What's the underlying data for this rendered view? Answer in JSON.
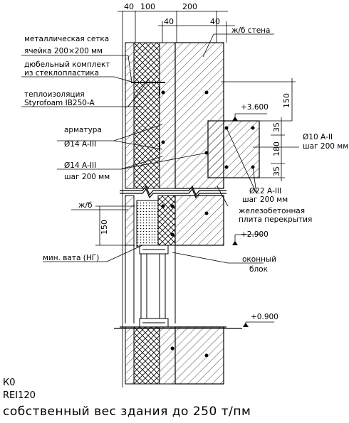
{
  "dimensions": {
    "d40a": "40",
    "d100": "100",
    "d200": "200",
    "d40b": "40",
    "d40c": "40",
    "d150top": "150",
    "d35a": "35",
    "d180": "180",
    "d35b": "35",
    "d150left": "150"
  },
  "labels": {
    "mesh1": "металлическая сетка",
    "mesh2": "ячейка 200×200 мм",
    "dowel1": "дюбельный комплект",
    "dowel2": "из стеклопластика",
    "insul1": "теплоизоляция",
    "insul2": "Styrofoam IB250-A",
    "rebar1": "арматура",
    "rebar2": "Ø14 А-III",
    "rebarb1": "Ø14 А-III",
    "rebarb2": "шаг 200 мм",
    "wall": "ж/б стена",
    "rc": "ж/б",
    "wool": "мин. вата (НГ)",
    "bar10a": "Ø10 А-II",
    "bar10b": "шаг 200 мм",
    "bar22a": "Ø22 А-III",
    "bar22b": "шаг 200 мм",
    "slab1": "железобетонная",
    "slab2": "плита перекрытия",
    "window1": "оконный",
    "window2": "блок"
  },
  "levels": {
    "l3600": "+3.600",
    "l2900": "+2.900",
    "l0900": "+0.900"
  },
  "footer": {
    "line1": "К0",
    "line2": "REI120",
    "line3": "собственный вес здания до 250 т/пм"
  }
}
